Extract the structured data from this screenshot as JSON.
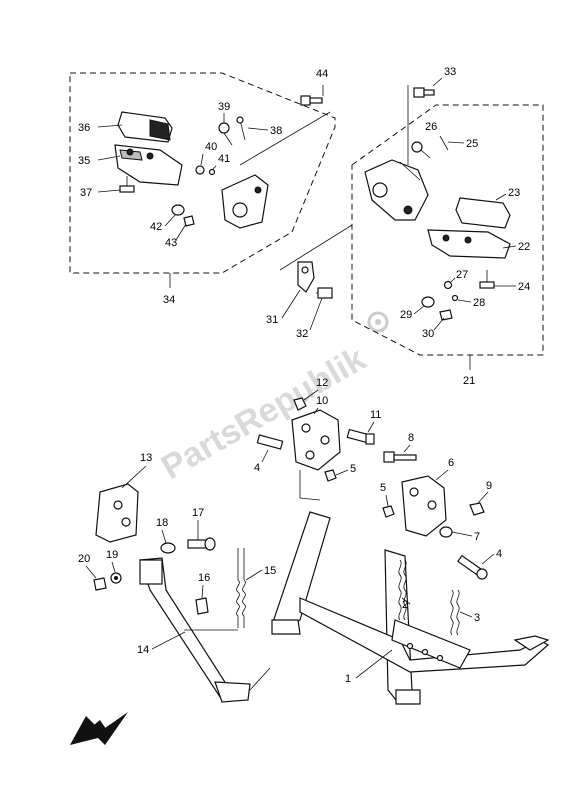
{
  "watermark": "PartsRepublik",
  "callouts": [
    "1",
    "2",
    "3",
    "4",
    "4",
    "5",
    "5",
    "6",
    "7",
    "8",
    "9",
    "10",
    "11",
    "12",
    "13",
    "14",
    "15",
    "16",
    "17",
    "18",
    "19",
    "20",
    "21",
    "22",
    "23",
    "24",
    "25",
    "26",
    "27",
    "28",
    "29",
    "30",
    "31",
    "32",
    "33",
    "34",
    "35",
    "36",
    "37",
    "38",
    "39",
    "40",
    "41",
    "42",
    "43",
    "44"
  ],
  "direction_arrow": "arrow-down-left-icon"
}
